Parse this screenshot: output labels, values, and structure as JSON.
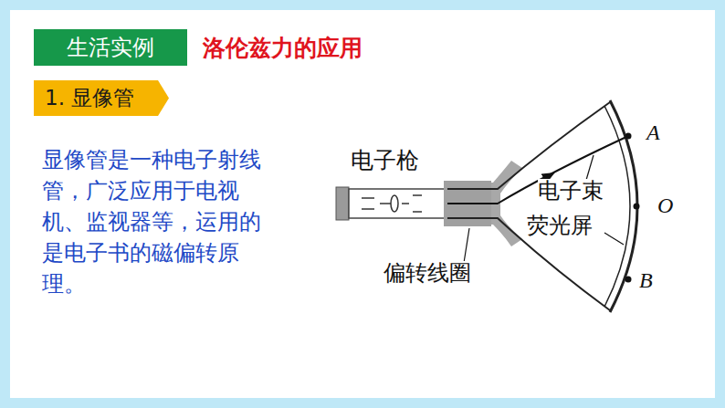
{
  "diagram": {
    "title": "洛伦兹力的应用",
    "nodes": [
      {
        "text": [
          "生活实例"
        ]
      },
      {
        "text": [
          "1. 显像管"
        ]
      }
    ],
    "labels": [
      "显像管是一种电子射线管，广泛应用于电视机、监视器等，运用的是电子书的磁偏转原理。",
      "电子枪",
      "电子束",
      "荧光屏",
      "偏转线圈",
      "A",
      "O",
      "B"
    ]
  }
}
